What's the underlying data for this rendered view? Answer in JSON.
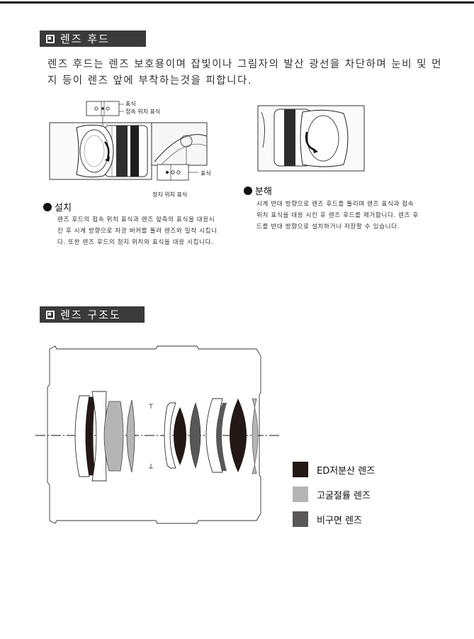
{
  "hood_section": {
    "title": "렌즈 후드",
    "intro": "렌즈 후드는 렌즈 보호용이며 잡빛이나 그림자의 발산 광선을 차단하며 눈비 및 먼지 등이 렌즈 앞에 부착하는것을 피합니다.",
    "figure_labels": {
      "mark": "표식",
      "contact_mark": "접속 위치 표식",
      "mark_right": "표식",
      "stop_mark": "정지 위치 표식"
    },
    "install": {
      "heading": "설치",
      "text": "렌즈 후드의 접속 위치 표식과 렌즈 앞측의 표식을 대응시킨 후 시계 방향으로 차광 버커를 돌려 렌즈와 밀착 시킵니다. 또한 렌즈 후드의 정지 위치와 표식을 대응 시킵니다."
    },
    "remove": {
      "heading": "분해",
      "text": "시계 반대 방향으로 렌즈 후드를 돌리며 렌즈 표식과 접속 위치 표식을 대응 시킨 후 렌즈 후드를 제거합니다. 렌즈 후드를 반대 방향으로 설치하거나 저장할 수 있습니다."
    }
  },
  "structure_section": {
    "title": "렌즈 구조도",
    "legend": [
      {
        "label": "ED저분산 렌즈",
        "color": "#231815"
      },
      {
        "label": "고굴절률 렌즈",
        "color": "#b5b5b5"
      },
      {
        "label": "비구면 렌즈",
        "color": "#595757"
      }
    ]
  }
}
